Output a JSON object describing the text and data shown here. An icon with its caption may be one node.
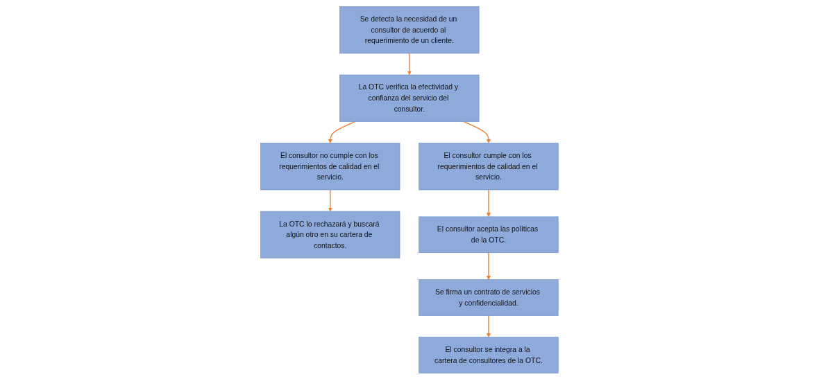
{
  "diagram": {
    "nodes": [
      {
        "text": [
          "Se detecta la necesidad de un consultor de acuerdo al requerimiento de un cliente."
        ]
      },
      {
        "text": [
          "La OTC verifica la efectividad y confianza del servicio del consultor."
        ]
      },
      {
        "text": [
          "El consultor no cumple con los requerimientos de calidad en el servicio."
        ]
      },
      {
        "text": [
          "El consultor cumple con los requerimientos de calidad en el servicio."
        ]
      },
      {
        "text": [
          "La OTC lo rechazará y buscará algún otro en su cartera de contactos."
        ]
      },
      {
        "text": [
          "El consultor acepta las políticas de la OTC."
        ]
      },
      {
        "text": [
          "Se firma un contrato de servicios y confidencialidad."
        ]
      },
      {
        "text": [
          "El consultor se integra a la cartera de consultores de la OTC."
        ]
      }
    ],
    "edges": [
      {
        "from": 0,
        "to": 1,
        "arrow": "to"
      },
      {
        "from": 1,
        "to": 2,
        "arrow": "to"
      },
      {
        "from": 1,
        "to": 3,
        "arrow": "to"
      },
      {
        "from": 2,
        "to": 4,
        "arrow": "to"
      },
      {
        "from": 3,
        "to": 5,
        "arrow": "to"
      },
      {
        "from": 5,
        "to": 6,
        "arrow": "to"
      },
      {
        "from": 6,
        "to": 7,
        "arrow": "to"
      }
    ]
  }
}
